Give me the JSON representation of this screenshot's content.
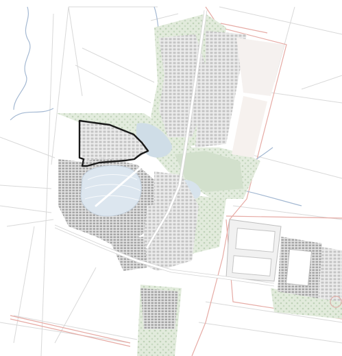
{
  "map": {
    "colors": {
      "background": "#ffffff",
      "field_lines": "#d7d7d7",
      "site_boundary": "#e5aaa5",
      "waterway": "#9fb5cf",
      "green_space": "#dfe8d9",
      "green_dark": "#c9d9c4",
      "water_body": "#cfdde8",
      "lake": "#dde7f0",
      "building_grey": "#cfcfcf",
      "building_dark": "#a9a9a9",
      "road": "#ffffff",
      "highlight_outline": "#1a1a1a"
    },
    "layers": [
      {
        "id": "fields",
        "label": ""
      },
      {
        "id": "waterways",
        "label": ""
      },
      {
        "id": "development",
        "label": ""
      },
      {
        "id": "highlighted-parcel",
        "label": ""
      }
    ]
  }
}
